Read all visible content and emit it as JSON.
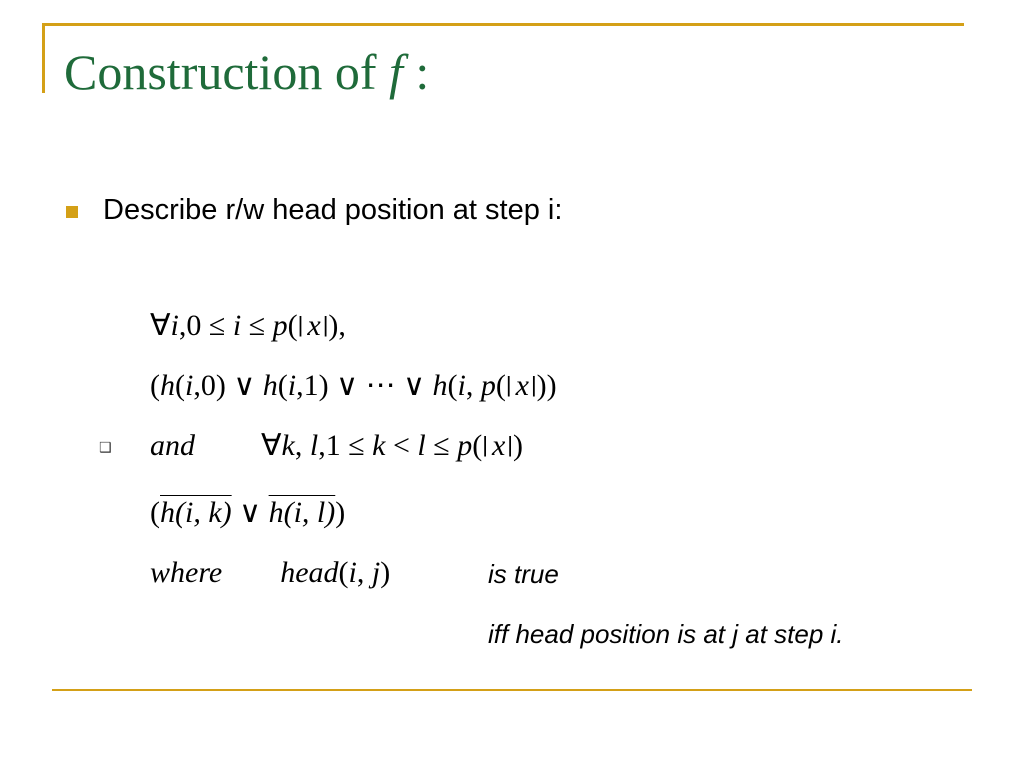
{
  "slide": {
    "title_prefix": "Construction of",
    "title_var": "f",
    "title_suffix": ":",
    "bullet_text": "Describe r/w head position at step i:",
    "sub_bullet_marker": "❑",
    "math": {
      "line1": {
        "forall": "∀",
        "i": "i",
        "comma0": ",0 ≤ ",
        "i2": "i",
        "le": " ≤ ",
        "p": "p",
        "open": "(",
        "bar1": "|",
        "x": "x",
        "bar2": "|",
        "close": "),"
      },
      "line2": {
        "part1": "(",
        "h1": "h",
        "a1": "(",
        "i1": "i",
        "b1": ",0) ∨ ",
        "h2": "h",
        "a2": "(",
        "i2": "i",
        "b2": ",1) ∨ ⋯ ∨ ",
        "h3": "h",
        "a3": "(",
        "i3": "i",
        "b3": ", ",
        "p": "p",
        "a4": "(",
        "bar1": "|",
        "x": "x",
        "bar2": "|",
        "close": "))"
      },
      "line3": {
        "and": "and",
        "forall": "∀",
        "k": "k",
        "c1": ", ",
        "l": "l",
        "c2": ",1 ≤ ",
        "k2": "k",
        "lt": " < ",
        "l2": "l",
        "le": " ≤ ",
        "p": "p",
        "open": "(",
        "bar1": "|",
        "x": "x",
        "bar2": "|",
        "close": ")"
      },
      "line4": {
        "open": "(",
        "ov1": "h(i, k)",
        "or": " ∨ ",
        "ov2": "h(i, l)",
        "close": ")"
      },
      "line5": {
        "where": "where",
        "head": "head",
        "open": "(",
        "i": "i",
        "comma": ", ",
        "j": "j",
        "close": ")"
      }
    },
    "note1": "is true",
    "note2": "iff head position is at j at step i."
  }
}
